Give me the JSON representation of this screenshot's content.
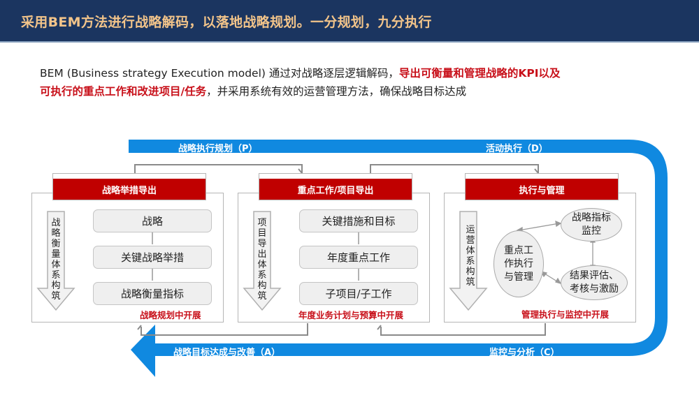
{
  "header": {
    "title": "采用BEM方法进行战略解码，以落地战略规划。一分规划，九分执行"
  },
  "intro": {
    "line1_normal": "BEM (Business strategy Execution model) 通过对战略逐层逻辑解码，",
    "line1_highlight": "导出可衡量和管理战略的KPI以及",
    "line2_highlight": "可执行的重点工作和改进项目/任务",
    "line2_normal": "，并采用系统有效的运营管理方法，确保战略目标达成"
  },
  "cycle": {
    "plan_label": "战略执行规划（P）",
    "do_label": "活动执行（D）",
    "check_label": "监控与分析（C）",
    "act_label": "战略目标达成与改善（A）",
    "colors": {
      "band": "#1089e0",
      "header": "#c00000",
      "accent_text": "#c8101a"
    }
  },
  "panels": [
    {
      "header": "战略举措导出",
      "side_label": "战略衡量体系构筑",
      "steps": [
        "战略",
        "关键战略举措",
        "战略衡量指标"
      ],
      "footer": "战略规划中开展"
    },
    {
      "header": "重点工作/项目导出",
      "side_label": "项目导出体系构筑",
      "steps": [
        "关键措施和目标",
        "年度重点工作",
        "子项目/子工作"
      ],
      "footer": "年度业务计划与预算中开展"
    },
    {
      "header": "执行与管理",
      "side_label": "运营体系构筑",
      "nodes": [
        "重点工作执行与管理",
        "战略指标监控",
        "结果评估、考核与激励"
      ],
      "node_lines": {
        "n0": [
          "重点工",
          "作执行",
          "与管理"
        ],
        "n1": [
          "战略指标",
          "监控"
        ],
        "n2": [
          "结果评估、",
          "考核与激励"
        ]
      },
      "footer": "管理执行与监控中开展"
    }
  ]
}
